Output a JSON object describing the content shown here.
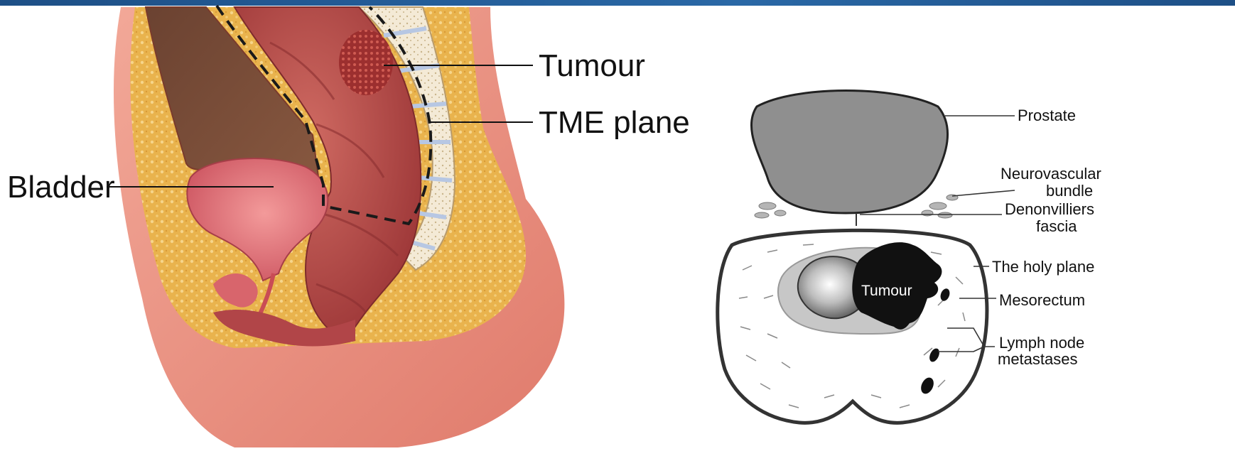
{
  "sagittal": {
    "labels": {
      "tumour": "Tumour",
      "tme_plane": "TME plane",
      "bladder": "Bladder"
    }
  },
  "cross_section": {
    "labels": {
      "prostate": "Prostate",
      "neurovascular_1": "Neurovascular",
      "neurovascular_2": "bundle",
      "denonvilliers_1": "Denonvilliers",
      "denonvilliers_2": "fascia",
      "holy_plane": "The holy plane",
      "mesorectum": "Mesorectum",
      "lymph_1": "Lymph node",
      "lymph_2": "metastases",
      "tumour": "Tumour"
    }
  },
  "colors": {
    "header_bar": "#1d4f86",
    "skin": "#e98f7e",
    "fat": "#e8b24a",
    "bowel": "#b8464a",
    "bladder": "#e4727a",
    "prostate": "#8f8f8f",
    "tumour": "#111111"
  }
}
